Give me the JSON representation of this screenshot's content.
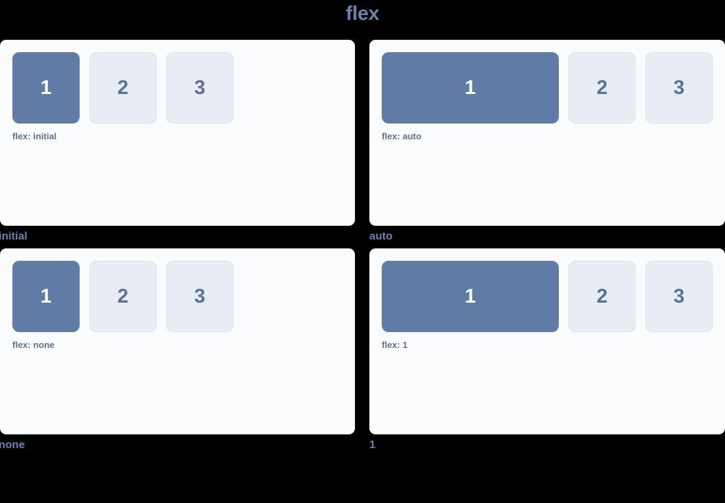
{
  "title": "flex",
  "colors": {
    "background": "#000000",
    "title_text": "#6b83ab",
    "panel_background": "#fafbfd",
    "primary_box": "#607ca6",
    "primary_box_text": "#ffffff",
    "plain_box": "#e7ecf5",
    "plain_box_border": "#dde4f0",
    "plain_box_text": "#5a7299",
    "caption_text": "#5a7299",
    "label_text": "#6b83ab"
  },
  "demos": [
    {
      "label": "initial",
      "caption": "flex: initial",
      "boxes": [
        {
          "number": "1",
          "style": "primary",
          "stretch": false
        },
        {
          "number": "2",
          "style": "plain",
          "stretch": false
        },
        {
          "number": "3",
          "style": "plain",
          "stretch": false
        }
      ]
    },
    {
      "label": "auto",
      "caption": "flex: auto",
      "boxes": [
        {
          "number": "1",
          "style": "primary",
          "stretch": true
        },
        {
          "number": "2",
          "style": "plain",
          "stretch": false
        },
        {
          "number": "3",
          "style": "plain",
          "stretch": false
        }
      ]
    },
    {
      "label": "none",
      "caption": "flex: none",
      "boxes": [
        {
          "number": "1",
          "style": "primary",
          "stretch": false
        },
        {
          "number": "2",
          "style": "plain",
          "stretch": false
        },
        {
          "number": "3",
          "style": "plain",
          "stretch": false
        }
      ]
    },
    {
      "label": "1",
      "caption": "flex: 1",
      "boxes": [
        {
          "number": "1",
          "style": "primary",
          "stretch": true
        },
        {
          "number": "2",
          "style": "plain",
          "stretch": false
        },
        {
          "number": "3",
          "style": "plain",
          "stretch": false
        }
      ]
    }
  ]
}
